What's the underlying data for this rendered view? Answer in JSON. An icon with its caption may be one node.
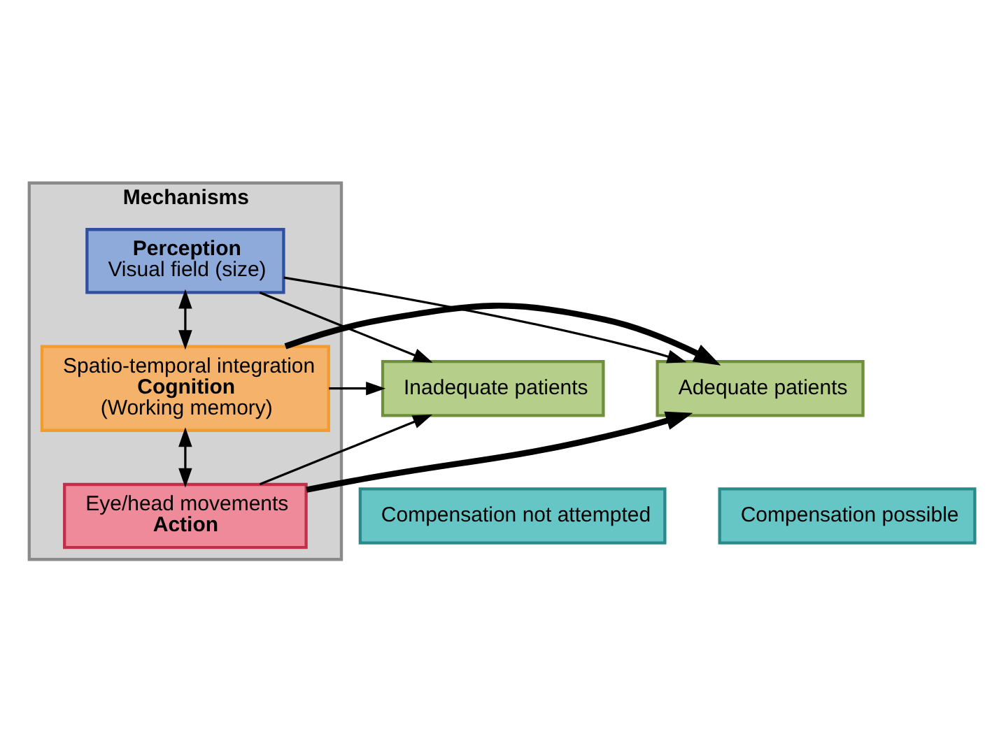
{
  "diagram": {
    "nodes": [
      {
        "text": [
          "Mechanisms"
        ]
      },
      {
        "text": [
          "Perception",
          "Visual field (size)"
        ],
        "in": 0
      },
      {
        "text": [
          "Spatio-temporal integration",
          "Cognition",
          "(Working memory)"
        ],
        "in": 0
      },
      {
        "text": [
          "Eye/head movements",
          "Action"
        ],
        "in": 0
      },
      {
        "text": [
          "Inadequate patients"
        ]
      },
      {
        "text": [
          "Adequate patients"
        ]
      },
      {
        "text": [
          "Compensation not attempted"
        ]
      },
      {
        "text": [
          "Compensation possible"
        ]
      }
    ],
    "edges": [
      {
        "from": 1,
        "to": 2,
        "arrow": "both"
      },
      {
        "from": 2,
        "to": 3,
        "arrow": "both"
      },
      {
        "from": 1,
        "to": 4,
        "arrow": "to"
      },
      {
        "from": 1,
        "to": 5,
        "arrow": "to"
      },
      {
        "from": 2,
        "to": 4,
        "arrow": "to"
      },
      {
        "from": 2,
        "to": 5,
        "arrow": "to",
        "style": "thick"
      },
      {
        "from": 3,
        "to": 4,
        "arrow": "to"
      },
      {
        "from": 3,
        "to": 5,
        "arrow": "to",
        "style": "thick"
      }
    ]
  }
}
